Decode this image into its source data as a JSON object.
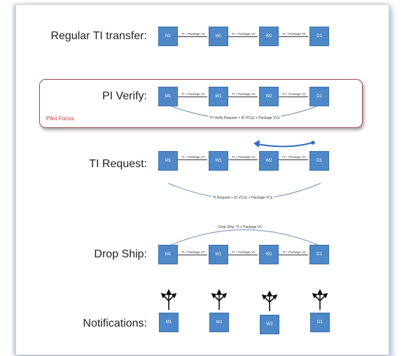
{
  "rows": {
    "regular": {
      "label": "Regular TI transfer:",
      "nodes": [
        "M1",
        "W1",
        "W2",
        "D1"
      ],
      "links": [
        "TI + Package VC",
        "TI + Package VC",
        "TI + Package VC"
      ]
    },
    "verify": {
      "label": "PI Verify:",
      "nodes": [
        "M1",
        "W1",
        "W2",
        "D1"
      ],
      "links": [
        "TI + Package VC",
        "TI + Package VC",
        "TI + Package VC"
      ],
      "arc_label": "PI Verify Request + ID VC(s) + Package VCs",
      "focus_label": "Pilot Focus"
    },
    "request": {
      "label": "TI Request:",
      "nodes": [
        "M1",
        "W1",
        "W2",
        "D1"
      ],
      "links": [
        "TI + Package VC",
        "TI + Package VC",
        "TI + Package VC"
      ],
      "arc_label": "TI Request + ID VC(s) + Package VCs"
    },
    "dropship": {
      "label": "Drop Ship:",
      "nodes": [
        "M1",
        "W1",
        "W2",
        "D1"
      ],
      "links": [
        "TI + Package VC",
        "TI + Package VC",
        "TI + Package VC"
      ],
      "arc_label": "Drop Ship: TI + Package VC"
    },
    "notifications": {
      "label": "Notifications:",
      "nodes": [
        "M1",
        "W1",
        "W2",
        "D1"
      ]
    }
  },
  "colors": {
    "node_fill": "#4f88c8",
    "pilot_border": "#a04848",
    "pilot_text": "#c0392b"
  }
}
